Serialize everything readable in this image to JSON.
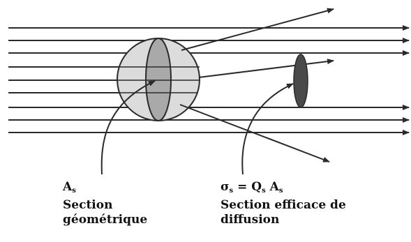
{
  "colors": {
    "line": "#2a2a2a",
    "sphere_fill": "#dcdcdc",
    "cross_section_fill": "#a9a9a9",
    "effective_section_fill": "#4a4a4a",
    "text": "#111111"
  },
  "captions": {
    "geometric": {
      "symbol": "A",
      "symbol_sub": "s",
      "line1": "Section",
      "line2": "géométrique"
    },
    "effective": {
      "sigma": "σ",
      "sigma_sub": "s",
      "equals": " = Q",
      "q_sub": "s",
      "area": " A",
      "area_sub": "s",
      "line1": "Section efficace de",
      "line2": "diffusion"
    }
  }
}
